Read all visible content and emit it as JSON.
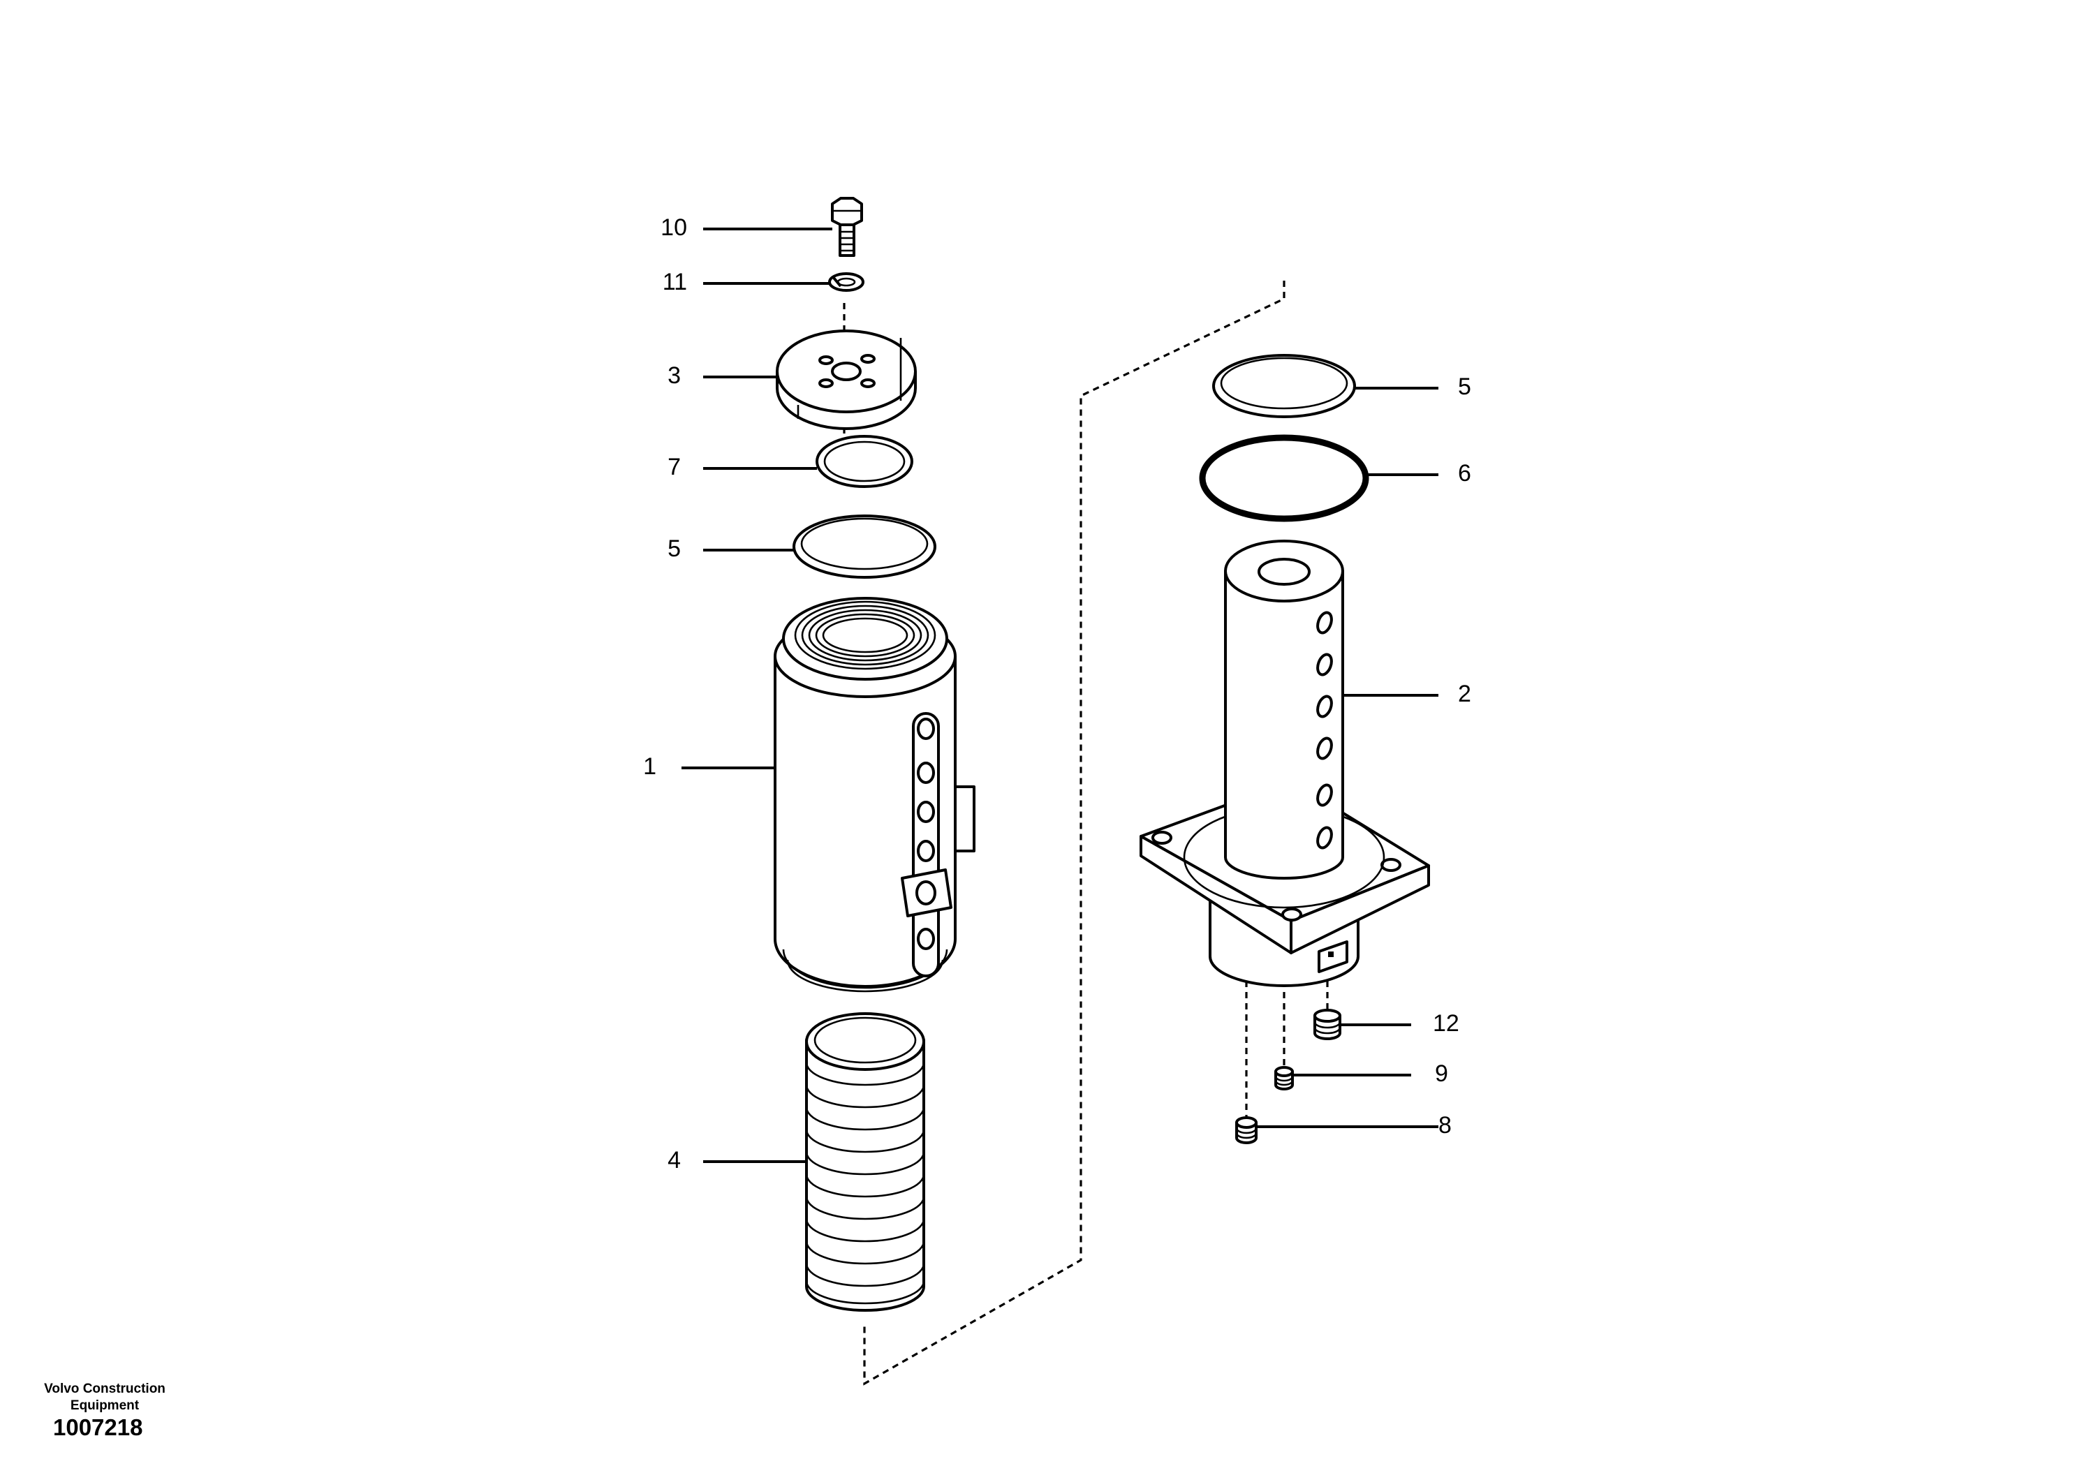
{
  "diagram": {
    "callouts": [
      {
        "id": "c10",
        "label": "10"
      },
      {
        "id": "c11",
        "label": "11"
      },
      {
        "id": "c3",
        "label": "3"
      },
      {
        "id": "c7",
        "label": "7"
      },
      {
        "id": "c5a",
        "label": "5"
      },
      {
        "id": "c1",
        "label": "1"
      },
      {
        "id": "c4",
        "label": "4"
      },
      {
        "id": "c5b",
        "label": "5"
      },
      {
        "id": "c6",
        "label": "6"
      },
      {
        "id": "c2",
        "label": "2"
      },
      {
        "id": "c12",
        "label": "12"
      },
      {
        "id": "c9",
        "label": "9"
      },
      {
        "id": "c8",
        "label": "8"
      }
    ]
  },
  "footer": {
    "manufacturer_line1": "Volvo Construction",
    "manufacturer_line2": "Equipment",
    "document_number": "1007218"
  }
}
